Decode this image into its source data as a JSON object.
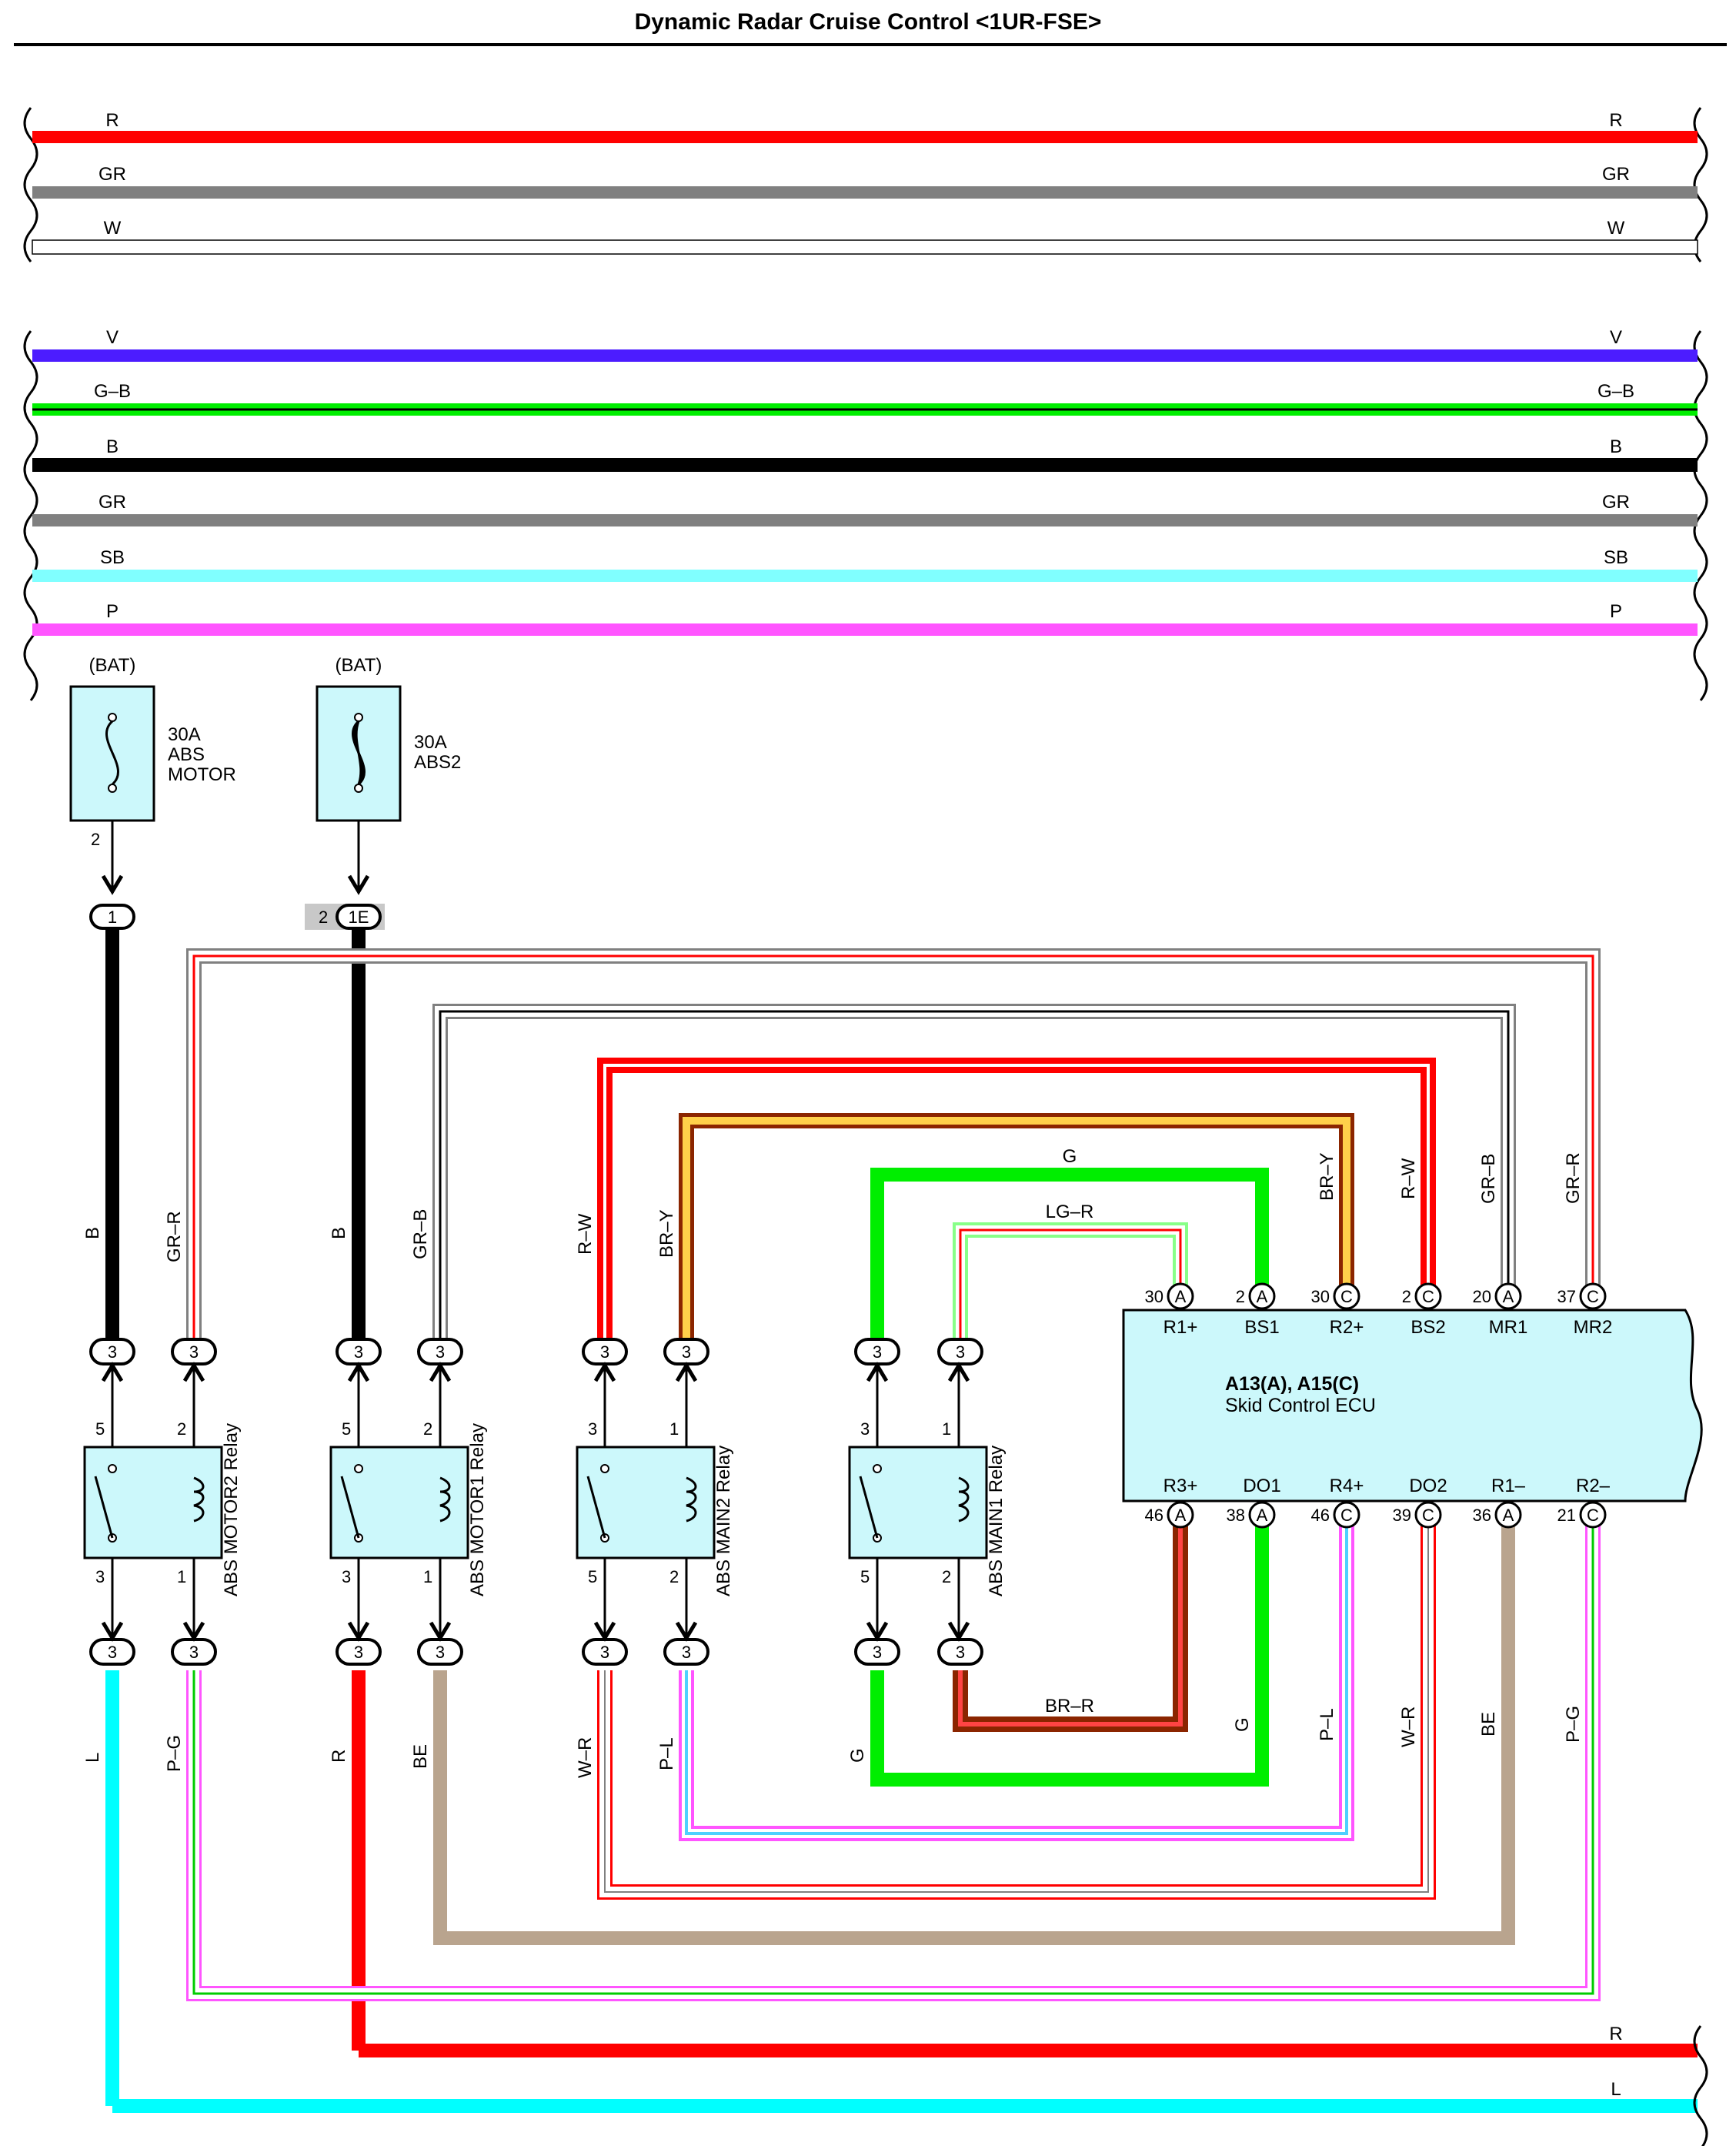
{
  "title": "Dynamic Radar Cruise Control <1UR-FSE>",
  "bus_group_1": [
    {
      "name": "R",
      "color": "#ff0000"
    },
    {
      "name": "GR",
      "color": "#808080"
    },
    {
      "name": "W",
      "color": "#ffffff"
    }
  ],
  "bus_group_2": [
    {
      "name": "V",
      "color": "#4c1cff"
    },
    {
      "name": "G–B",
      "color": "#00ee00",
      "stripe": "#000000"
    },
    {
      "name": "B",
      "color": "#000000"
    },
    {
      "name": "GR",
      "color": "#808080"
    },
    {
      "name": "SB",
      "color": "#80ffff"
    },
    {
      "name": "P",
      "color": "#ff55ff"
    }
  ],
  "fuses": [
    {
      "source": "(BAT)",
      "rating": "30A",
      "name_line1": "ABS",
      "name_line2": "MOTOR",
      "out_pin": "2",
      "connector": "1",
      "icon": "fuse-icon"
    },
    {
      "source": "(BAT)",
      "rating": "30A",
      "name_line1": "ABS2",
      "name_line2": "",
      "out_pin": "2",
      "connector": "1E",
      "icon": "fusible-link-icon"
    }
  ],
  "relays": [
    {
      "name": "ABS MOTOR2 Relay",
      "pin_tl": "5",
      "pin_tr": "2",
      "pin_bl": "3",
      "pin_br": "1"
    },
    {
      "name": "ABS MOTOR1 Relay",
      "pin_tl": "5",
      "pin_tr": "2",
      "pin_bl": "3",
      "pin_br": "1"
    },
    {
      "name": "ABS MAIN2 Relay",
      "pin_tl": "3",
      "pin_tr": "1",
      "pin_bl": "5",
      "pin_br": "2"
    },
    {
      "name": "ABS MAIN1 Relay",
      "pin_tl": "3",
      "pin_tr": "1",
      "pin_bl": "5",
      "pin_br": "2"
    }
  ],
  "junction_connector_pin": "3",
  "wire_labels": {
    "motor2_in": "B",
    "motor2_coil_in": "GR–R",
    "motor1_in": "B",
    "motor1_coil_in": "GR–B",
    "main2_in": "R–W",
    "main2_coil_in": "BR–Y",
    "main1_g": "G",
    "main1_lgr": "LG–R",
    "motor2_out": "L",
    "motor2_coil_out": "P–G",
    "motor1_out": "R",
    "motor1_coil_out": "BE",
    "main2_out": "W–R",
    "main2_coil_out": "P–L",
    "main1_out": "G",
    "main1_brr": "BR–R",
    "ecu_br_y": "BR–Y",
    "ecu_r_w": "R–W",
    "ecu_gr_b": "GR–B",
    "ecu_gr_r": "GR–R",
    "ecu_g": "G",
    "ecu_p_l": "P–L",
    "ecu_w_r": "W–R",
    "ecu_be": "BE",
    "ecu_p_g": "P–G"
  },
  "ecu": {
    "name_line1": "A13(A), A15(C)",
    "name_line2": "Skid Control ECU",
    "top_pins": [
      {
        "num": "30",
        "conn": "A",
        "name": "R1+"
      },
      {
        "num": "2",
        "conn": "A",
        "name": "BS1"
      },
      {
        "num": "30",
        "conn": "C",
        "name": "R2+"
      },
      {
        "num": "2",
        "conn": "C",
        "name": "BS2"
      },
      {
        "num": "20",
        "conn": "A",
        "name": "MR1"
      },
      {
        "num": "37",
        "conn": "C",
        "name": "MR2"
      }
    ],
    "bottom_pins": [
      {
        "num": "46",
        "conn": "A",
        "name": "R3+"
      },
      {
        "num": "38",
        "conn": "A",
        "name": "DO1"
      },
      {
        "num": "46",
        "conn": "C",
        "name": "R4+"
      },
      {
        "num": "39",
        "conn": "C",
        "name": "DO2"
      },
      {
        "num": "36",
        "conn": "A",
        "name": "R1–"
      },
      {
        "num": "21",
        "conn": "C",
        "name": "R2–"
      }
    ]
  },
  "outputs": [
    {
      "name": "R",
      "color": "#ff0000"
    },
    {
      "name": "L",
      "color": "#00ffff"
    }
  ]
}
